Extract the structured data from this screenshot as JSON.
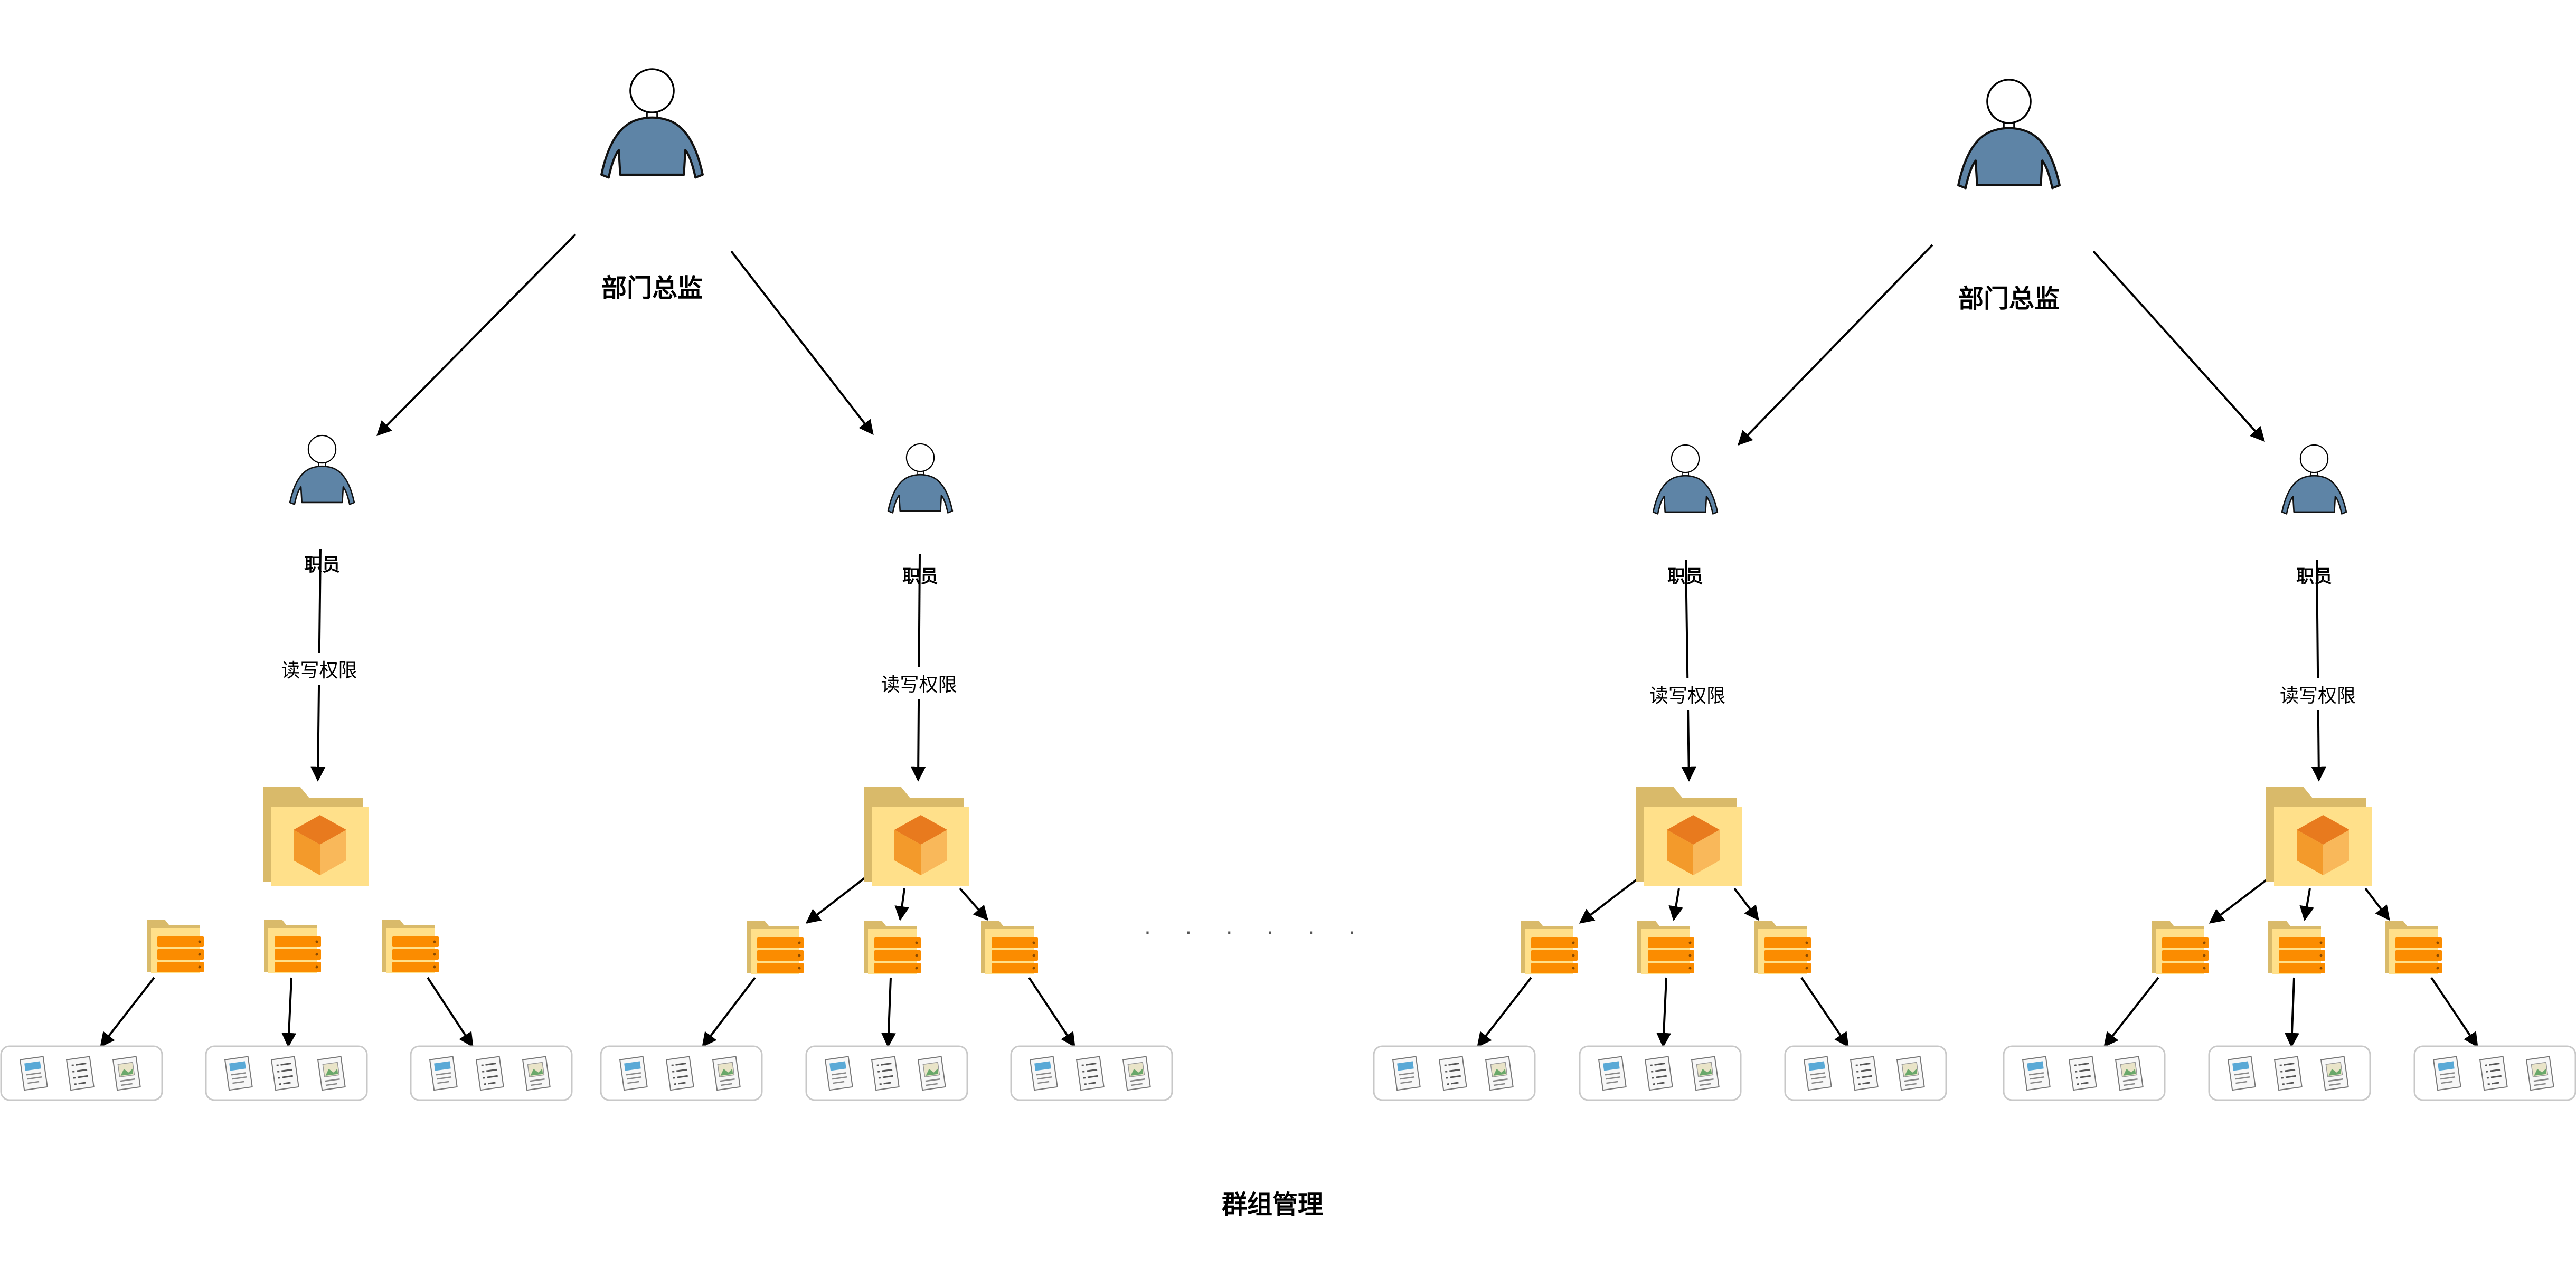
{
  "colors": {
    "person_fill": "#5e84a6",
    "folder_back": "#d9ba6a",
    "folder_front": "#ffe08a",
    "cube_top": "#e87a1e",
    "cube_left": "#f39a2b",
    "cube_right": "#f9b85a",
    "server": "#fb8c00",
    "doc_tray_border": "#c8c8c8"
  },
  "icons": [
    "person-icon",
    "project-folder-icon",
    "repo-folder-icon",
    "document-icon",
    "image-document-icon"
  ],
  "groups": [
    {
      "director_label": "部门总监",
      "staff": [
        {
          "label": "职员",
          "permission_label": "读写权限"
        },
        {
          "label": "职员",
          "permission_label": "读写权限"
        }
      ]
    },
    {
      "director_label": "部门总监",
      "staff": [
        {
          "label": "职员",
          "permission_label": "读写权限"
        },
        {
          "label": "职员",
          "permission_label": "读写权限"
        }
      ]
    }
  ],
  "ellipsis": "· · · · · ·",
  "title": "群组管理"
}
